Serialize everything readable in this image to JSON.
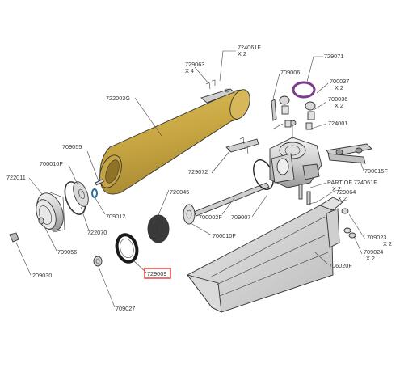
{
  "colors": {
    "barrel": "#cfae4a",
    "barrel_shade": "#b8953a",
    "o_ring": "#7b3c8c",
    "washer": "#2a6f9a",
    "highlight_box": "#e53935"
  },
  "highlighted_part": "729009",
  "labels": {
    "p724061F": "724061F",
    "p724061F_qty": "X 2",
    "p729063": "729063",
    "p729063_qty": "X 4",
    "p709006": "709006",
    "p729071": "729071",
    "p700037": "700037",
    "p700037_qty": "X 2",
    "p700036": "700036",
    "p700036_qty": "X 2",
    "p722003G": "722003G",
    "p724001": "724001",
    "p709055": "709055",
    "p700010F_a": "700010F",
    "p722011": "722011",
    "p729072": "729072",
    "p700015F": "700015F",
    "p720045": "720045",
    "part_of": "PART OF 724061F",
    "part_of_qty": "X 2",
    "p709012": "709012",
    "p729064": "729064",
    "p729064_qty": "X 2",
    "p700002F": "700002F",
    "p709007": "709007",
    "p722070": "722070",
    "p709056": "709056",
    "p700010F_b": "700010F",
    "p709023": "709023",
    "p709023_qty": "X 2",
    "p709024": "709024",
    "p709024_qty": "X 2",
    "p209030": "209030",
    "p729009": "729009",
    "p706020F": "706020F",
    "p709027": "709027"
  }
}
